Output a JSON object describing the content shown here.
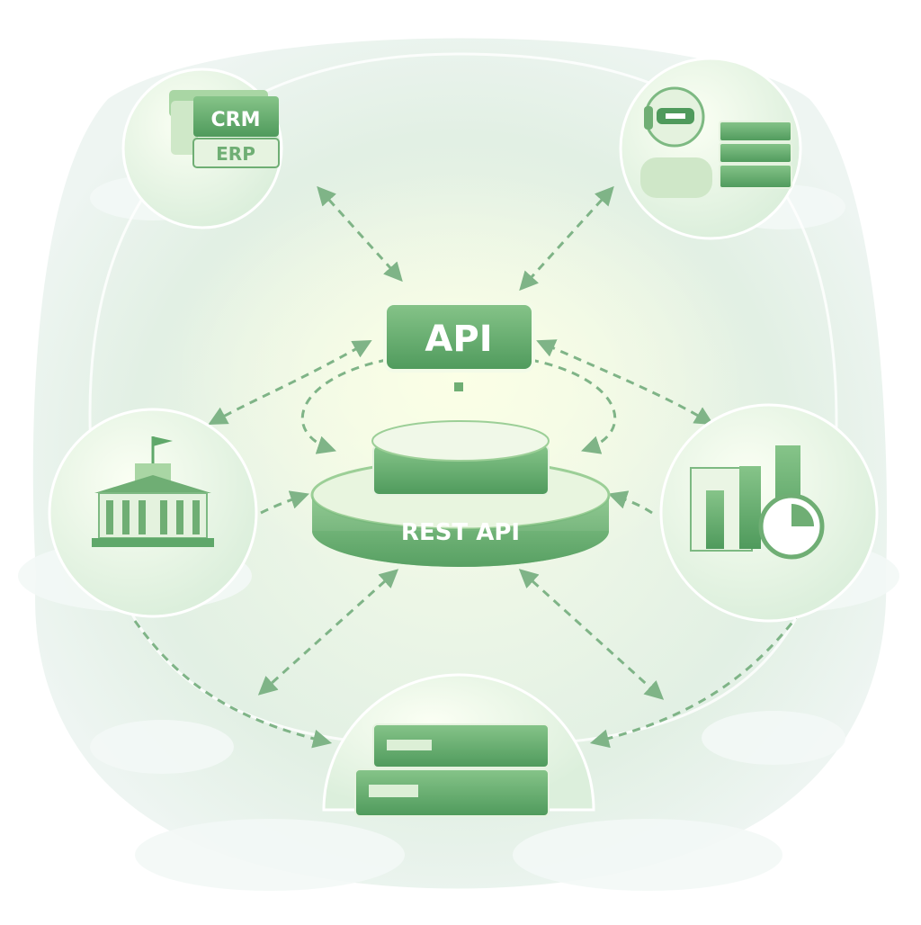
{
  "diagram": {
    "center_box": {
      "label": "API"
    },
    "platform": {
      "label": "REST API"
    },
    "nodes": [
      {
        "id": "crm-erp",
        "labels": [
          "CRM",
          "ERP"
        ],
        "icon": "database-stack-icon"
      },
      {
        "id": "robot-servers",
        "labels": [],
        "icon": "robot-icon"
      },
      {
        "id": "government",
        "labels": [],
        "icon": "government-building-icon"
      },
      {
        "id": "analytics",
        "labels": [],
        "icon": "bar-chart-icon"
      },
      {
        "id": "servers",
        "labels": [],
        "icon": "server-stack-icon"
      }
    ],
    "colors": {
      "primary": "#5fa86a",
      "light": "#dcefd6",
      "background": "#eef6ee",
      "text": "#ffffff"
    }
  }
}
